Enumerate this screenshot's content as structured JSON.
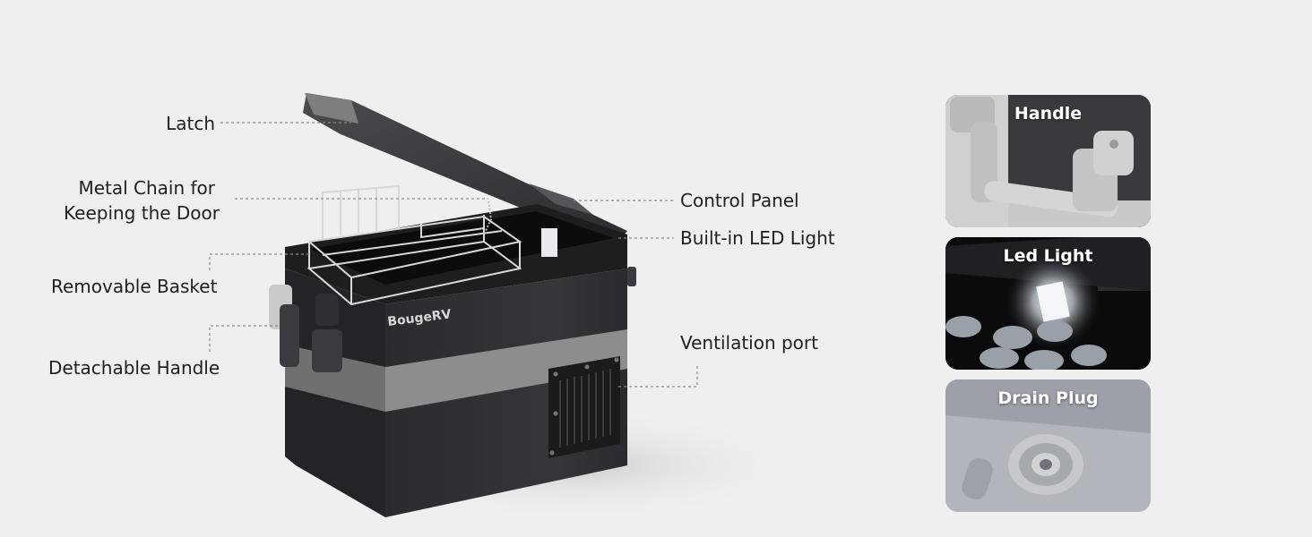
{
  "brand": "BougeRV",
  "callouts": {
    "latch": "Latch",
    "chain_line1": "Metal Chain for",
    "chain_line2": "Keeping the Door",
    "basket": "Removable Basket",
    "handle": "Detachable Handle",
    "control_panel": "Control Panel",
    "led": "Built-in LED Light",
    "ventilation": "Ventilation port"
  },
  "thumbnails": [
    {
      "title": "Handle",
      "icon": "handle-closeup"
    },
    {
      "title": "Led Light",
      "icon": "led-light-closeup"
    },
    {
      "title": "Drain Plug",
      "icon": "drain-plug-closeup"
    }
  ],
  "colors": {
    "background": "#efefef",
    "body_dark": "#2e2f32",
    "band_gray": "#8c8d8f",
    "handle_gray": "#c9cacc"
  }
}
